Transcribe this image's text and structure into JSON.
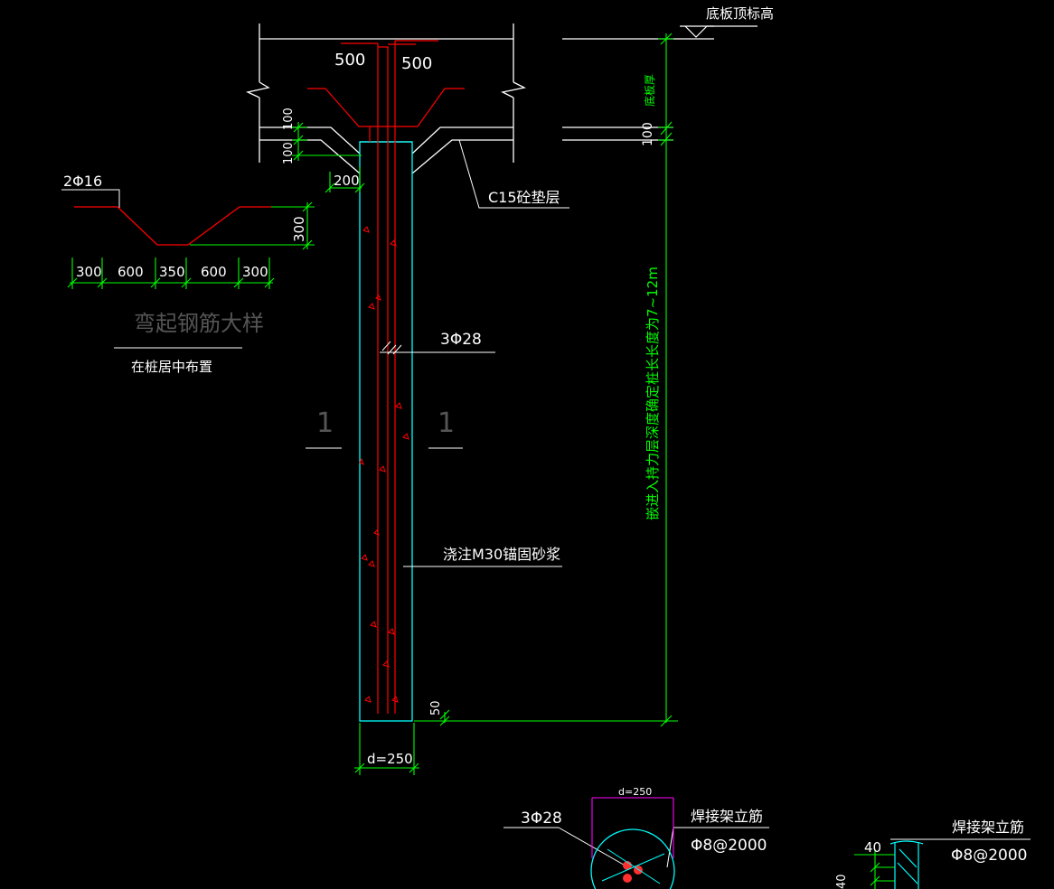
{
  "colors": {
    "background": "#000000",
    "line": "#ffffff",
    "dimension": "#00ff00",
    "rebar": "#ff0000",
    "pile_outline": "#00ffff",
    "bracket": "#ff00ff",
    "faded_text": "#555555"
  },
  "texts": {
    "top_elevation": "底板顶标高",
    "slab_thickness": "底板厚",
    "dim_500_left": "500",
    "dim_500_right": "500",
    "dim_100_a": "100",
    "dim_100_b": "100",
    "dim_100_right": "100",
    "dim_200": "200",
    "cushion": "C15砼垫层",
    "bent_bar": "2Φ16",
    "bent_height": "300",
    "bent_segments": [
      "300",
      "600",
      "350",
      "600",
      "300"
    ],
    "detail_title": "弯起钢筋大样",
    "detail_note": "在桩居中布置",
    "main_bar": "3Φ28",
    "section_left": "1",
    "section_right": "1",
    "grout": "浇注M30锚固砂浆",
    "pile_length": "嵌进入持力层深度确定桩长长度为7~12m",
    "dim_50": "50",
    "pile_diameter": "d=250",
    "section_d": "d=250",
    "section_bar": "3Φ28",
    "frame_bar_1": "焊接架立筋",
    "frame_spacing_1": "Φ8@2000",
    "frame_bar_2": "焊接架立筋",
    "frame_spacing_2": "Φ8@2000",
    "dim_40": "40",
    "dim_40_vertical": "40"
  }
}
